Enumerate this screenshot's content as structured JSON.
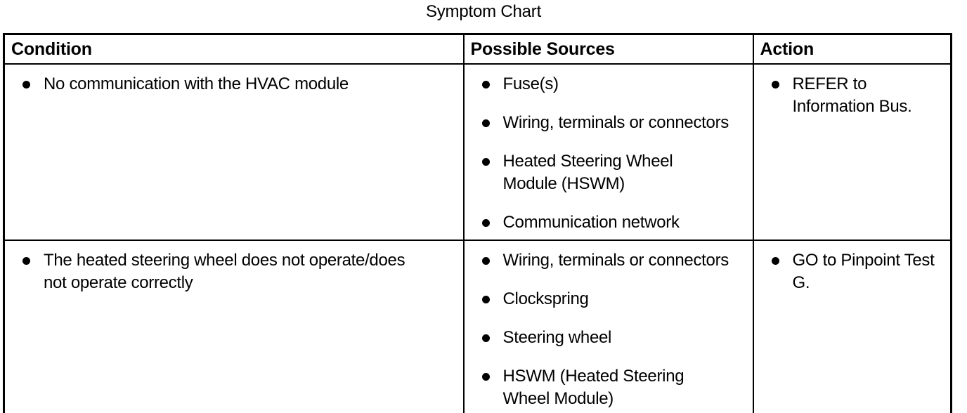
{
  "title": "Symptom Chart",
  "colors": {
    "text": "#000000",
    "background": "#ffffff",
    "border": "#000000"
  },
  "table": {
    "headers": [
      "Condition",
      "Possible Sources",
      "Action"
    ],
    "rows": [
      {
        "condition": [
          "No communication with the HVAC module"
        ],
        "sources": [
          "Fuse(s)",
          "Wiring, terminals or connectors",
          "Heated Steering Wheel\nModule (HSWM)",
          "Communication network"
        ],
        "action": [
          "REFER to\nInformation Bus."
        ]
      },
      {
        "condition": [
          "The heated steering wheel does not operate/does\nnot operate correctly"
        ],
        "sources": [
          "Wiring, terminals or connectors",
          "Clockspring",
          "Steering wheel",
          "HSWM (Heated Steering\nWheel Module)"
        ],
        "action": [
          "GO to Pinpoint Test\nG."
        ]
      }
    ]
  }
}
